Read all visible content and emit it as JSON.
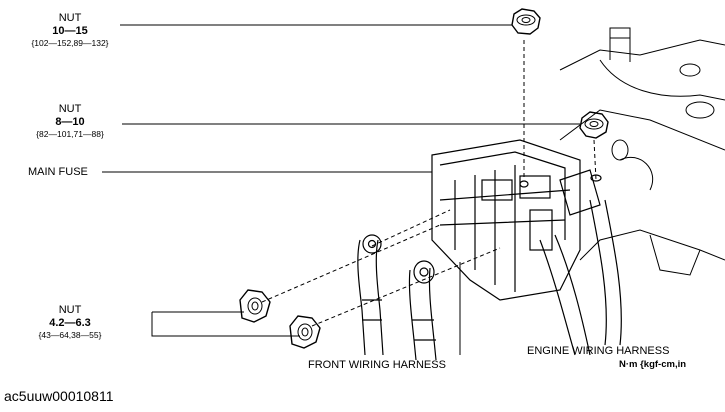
{
  "callouts": {
    "nut_top": {
      "name": "NUT",
      "torque": "10—15",
      "alt": "{102—152,89—132}"
    },
    "nut_mid": {
      "name": "NUT",
      "torque": "8—10",
      "alt": "{82—101,71—88}"
    },
    "main_fuse": {
      "name": "MAIN FUSE"
    },
    "nut_low": {
      "name": "NUT",
      "torque": "4.2—6.3",
      "alt": "{43—64,38—55}"
    }
  },
  "harness": {
    "front": "FRONT WIRING HARNESS",
    "engine": "ENGINE WIRING HARNESS"
  },
  "units": "N·m {kgf-cm,in",
  "figure_code": "ac5uuw00010811"
}
